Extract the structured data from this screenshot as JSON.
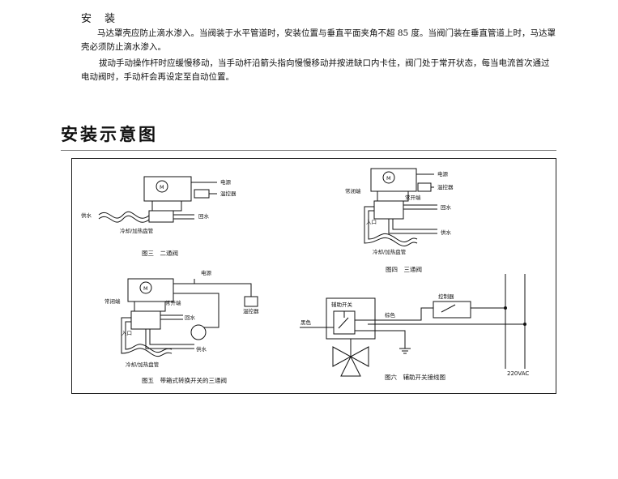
{
  "install": {
    "heading": "安 装",
    "p1": "马达罩壳应防止滴水渗入。当阀装于水平管道时，安装位置与垂直平面夹角不超 85 度。当阀门装在垂直管道上时，马达罩壳必须防止滴水渗入。",
    "p2": "拔动手动操作杆时应缓慢移动，当手动杆沿箭头指向慢慢移动并按进缺口内卡住，阀门处于常开状态，每当电流首次通过电动阀时，手动杆会再设定至自动位置。"
  },
  "section": {
    "title": "安装示意图"
  },
  "fig3": {
    "caption": "图三　二通阀",
    "motor": "M",
    "power": "电源",
    "thermostat": "温控器",
    "supply": "供水",
    "return": "回水",
    "coil": "冷却/加热盘管"
  },
  "fig4": {
    "caption": "图四　三通阀",
    "motor": "M",
    "power": "电源",
    "thermostat": "温控器",
    "normally_closed": "常闭端",
    "normally_open": "常开端",
    "inlet": "入口",
    "return": "回水",
    "supply": "供水",
    "coil": "冷却/加热盘管"
  },
  "fig5": {
    "caption": "图五　带箱式转换开关的三通阀",
    "motor": "M",
    "power": "电源",
    "thermostat": "温控器",
    "normally_closed": "常闭端",
    "normally_open": "常开端",
    "inlet": "入口",
    "return": "回水",
    "supply": "供水",
    "coil": "冷却/加热盘管"
  },
  "fig6": {
    "caption": "图六　辅助开关接线图",
    "aux_switch": "辅助开关",
    "black": "黑色",
    "brown": "棕色",
    "controller": "控制器",
    "voltage": "220VAC"
  }
}
